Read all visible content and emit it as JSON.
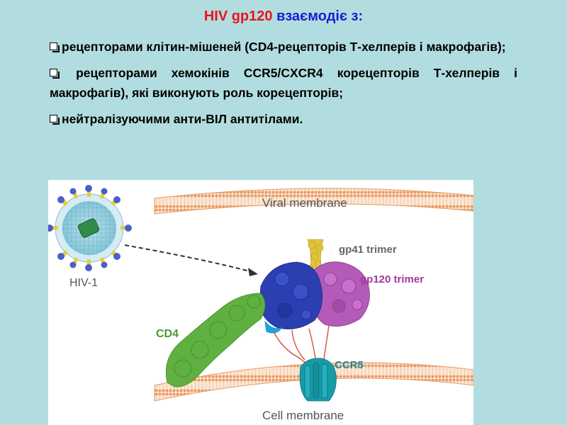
{
  "title": {
    "part1": "HIV gp120",
    "part2": "взаємодіє з:"
  },
  "bullets": [
    {
      "text": "рецепторами клітин-мішеней (CD4-рецепторів Т-хелперів і макрофагів);"
    },
    {
      "text": "рецепторами хемокінів CCR5/CXCR4 корецепторів Т-хелперів і макрофагів), які виконують роль корецепторів;"
    },
    {
      "text": "нейтралізуючими анти-ВІЛ антитілами."
    }
  ],
  "figure": {
    "labels": {
      "viral_membrane": "Viral membrane",
      "gp41": "gp41 trimer",
      "gp120": "gp120 trimer",
      "hiv": "HIV-1",
      "cd4": "CD4",
      "ccr5": "CCR5",
      "cell_membrane": "Cell membrane"
    },
    "colors": {
      "title_red": "#e8141c",
      "title_blue": "#1c1cd0",
      "gp41": "#e0c43a",
      "gp120_blue": "#2b3fb0",
      "gp120_purple": "#b45ab8",
      "cd4": "#5fb040",
      "ccr5": "#1a9aa8",
      "membrane": "#e8a06a"
    }
  }
}
